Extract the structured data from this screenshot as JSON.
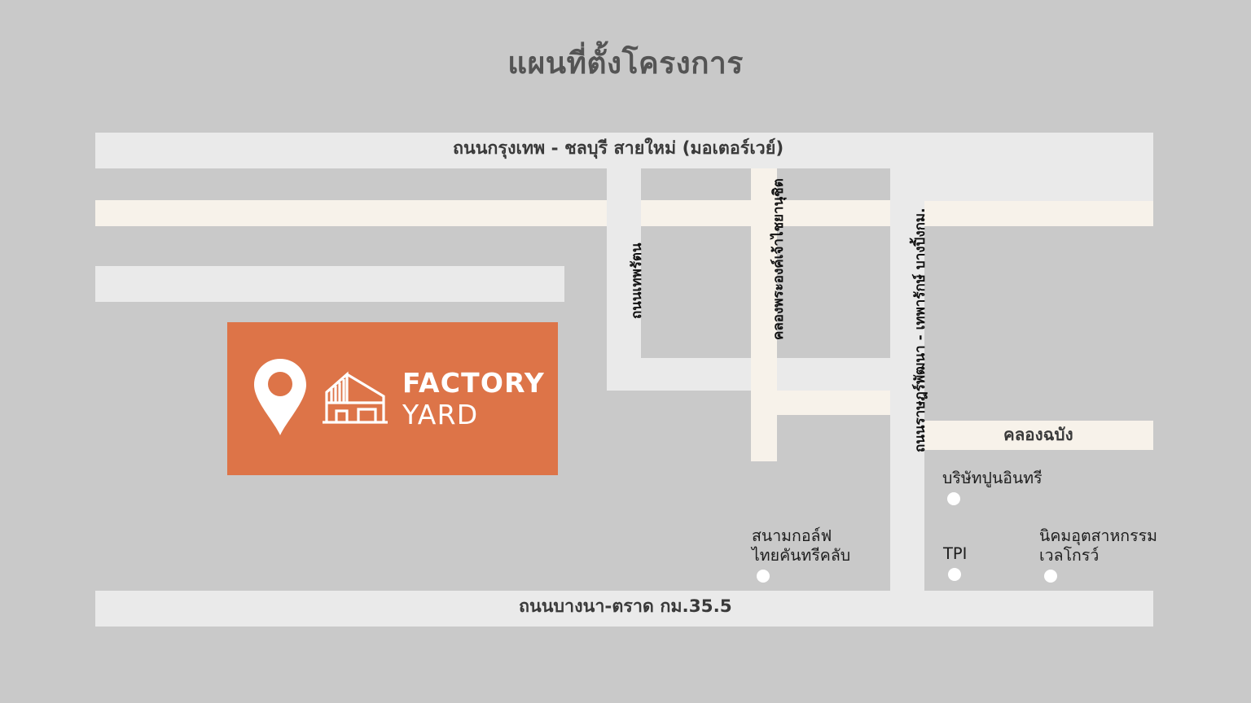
{
  "page": {
    "title": "แผนที่ตั้งโครงการ",
    "background_color": "#c9c9c9",
    "road_color": "#eaeaea",
    "canal_color": "#f7f2ea",
    "accent_color": "#dd7448"
  },
  "roads": {
    "motorway_label": "ถนนกรุงเทพ - ชลบุรี สายใหม่  (มอเตอร์เวย์)",
    "bangna_trad_label": "ถนนบางนา-ตราด กม.35.5",
    "khlong_chabang_label": "คลองฉบัง",
    "vertical": [
      {
        "label": "ถนนเทพรัตน"
      },
      {
        "label": "คลองพระองค์เจ้าไชยานุชิต"
      },
      {
        "label": "ถนนราษฎร์พัฒนา - เทพารักษ์ บางปิ้งกม."
      }
    ]
  },
  "pois": [
    {
      "id": "golf",
      "label": "สนามกอล์ฟ\nไทยคันทรีคลับ"
    },
    {
      "id": "insee",
      "label": "บริษัทปูนอินทรี"
    },
    {
      "id": "tpi",
      "label": "TPI"
    },
    {
      "id": "wellgrow",
      "label": "นิคมอุตสาหกรรม\nเวลโกรว์"
    }
  ],
  "logo": {
    "pin_icon": "map-pin-icon",
    "factory_icon": "factory-building-icon",
    "word_top": "FACTORY",
    "word_bottom": "YARD"
  }
}
